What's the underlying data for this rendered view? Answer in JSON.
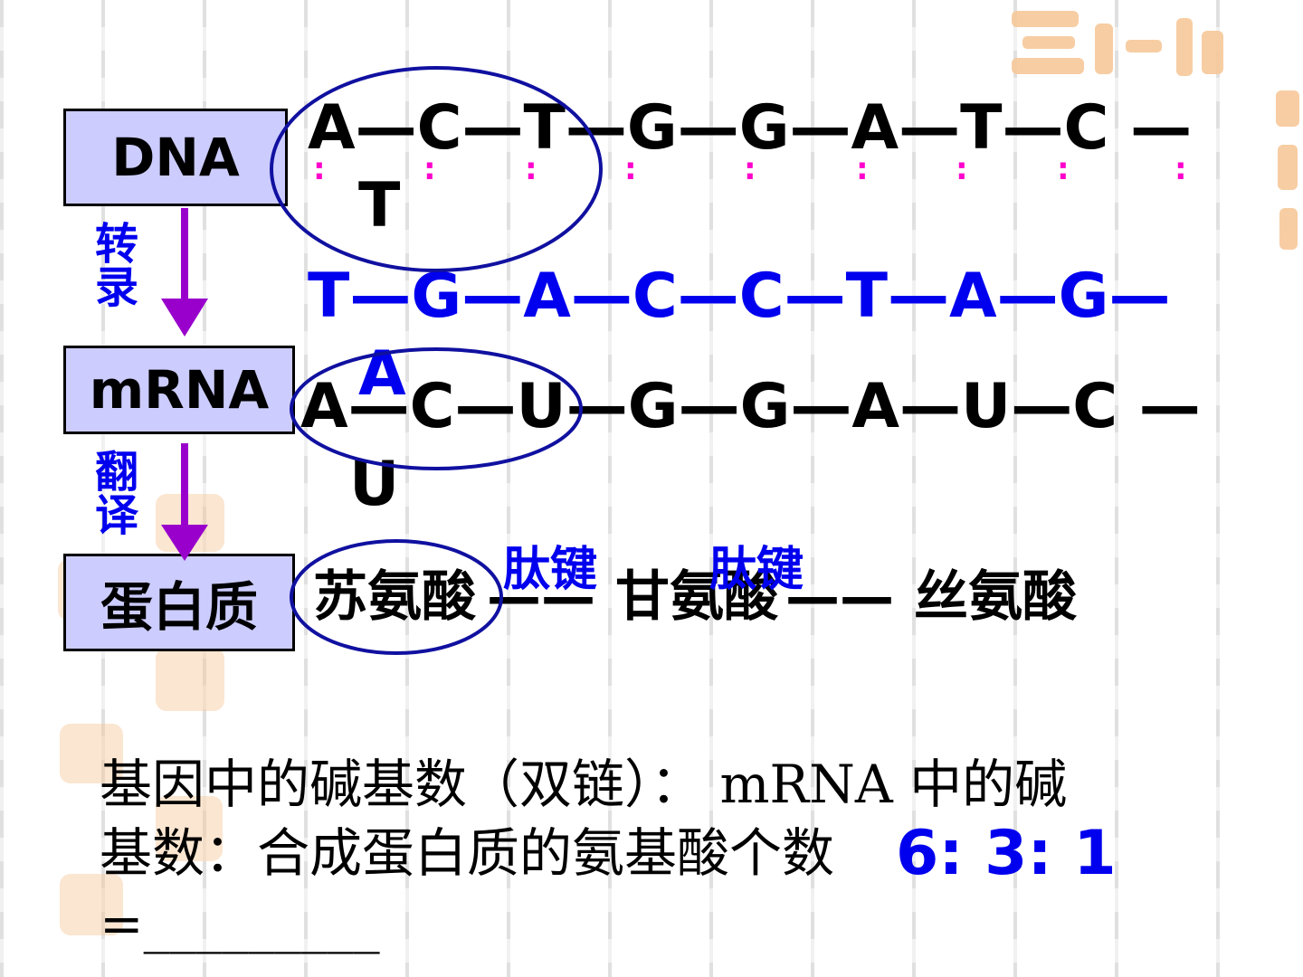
{
  "colors": {
    "box_fill": "#ccccff",
    "arrow": "#9900cc",
    "blue": "#0000ee",
    "dark_blue": "#1010a0",
    "pair_dots": "#ff00cc",
    "stamp": "#f7c89a"
  },
  "labels": {
    "dna": "DNA",
    "mrna": "mRNA",
    "protein": "蛋白质",
    "transcription": "转录",
    "translation": "翻译"
  },
  "dna_strand": {
    "line1": "A—C—T—G—G—A—T—C —",
    "line2": "T",
    "pair_mark": ":"
  },
  "template_strand": {
    "line1": "T—G—A—C—C—T—A—G—",
    "line2": "A"
  },
  "mrna_strand": {
    "line1": "A—C—U—G—G—A—U—C —",
    "line2": "U"
  },
  "protein_chain": {
    "amino1": "苏氨酸",
    "bond1": "——",
    "amino2": "甘氨酸",
    "bond2": "——",
    "amino3": "丝氨酸",
    "peptide_bond_label": "肽键"
  },
  "bottom": {
    "line1": "基因中的碱基数（双链）： mRNA 中的碱",
    "line2": "基数：合成蛋白质的氨基酸个数",
    "line3": "=_________",
    "answer": "6: 3: 1"
  },
  "decor": {
    "stamp_icon": "seal-stamp-icon"
  }
}
